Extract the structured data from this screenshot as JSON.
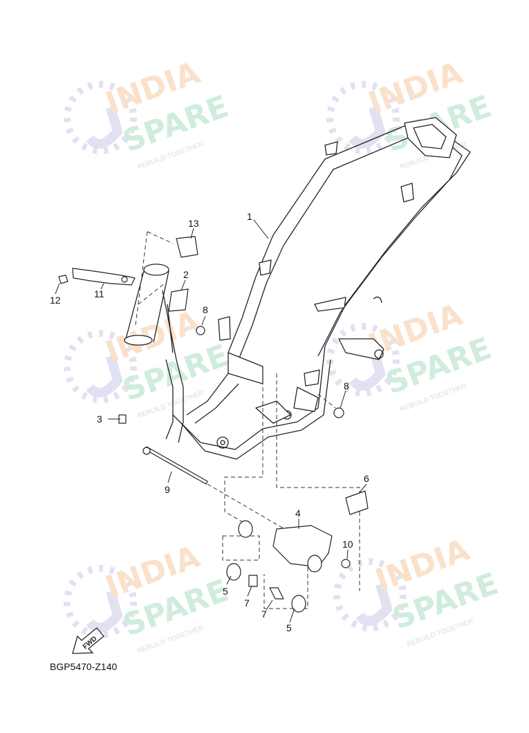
{
  "diagram": {
    "code": "BGP5470-Z140",
    "fwd_label": "FWD",
    "watermark": {
      "line1": "INDIA",
      "line2": "SPARE",
      "tagline": "REBUILD TOGETHER",
      "color_top": "#f5c9a0",
      "color_bottom": "#a8dcc0",
      "color_icon": "#c9c8e8"
    },
    "callouts": [
      {
        "id": "label-1",
        "text": "1"
      },
      {
        "id": "label-2",
        "text": "2"
      },
      {
        "id": "label-3",
        "text": "3"
      },
      {
        "id": "label-4",
        "text": "4"
      },
      {
        "id": "label-5a",
        "text": "5"
      },
      {
        "id": "label-5b",
        "text": "5"
      },
      {
        "id": "label-6",
        "text": "6"
      },
      {
        "id": "label-7a",
        "text": "7"
      },
      {
        "id": "label-7b",
        "text": "7"
      },
      {
        "id": "label-8a",
        "text": "8"
      },
      {
        "id": "label-8b",
        "text": "8"
      },
      {
        "id": "label-9",
        "text": "9"
      },
      {
        "id": "label-10",
        "text": "10"
      },
      {
        "id": "label-11",
        "text": "11"
      },
      {
        "id": "label-12",
        "text": "12"
      },
      {
        "id": "label-13",
        "text": "13"
      }
    ]
  }
}
